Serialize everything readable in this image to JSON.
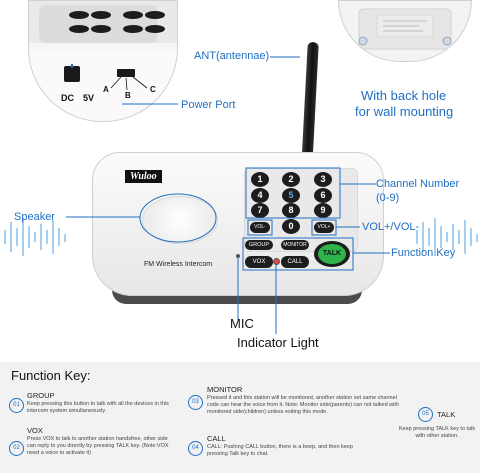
{
  "labels": {
    "ant": "ANT(antennae)",
    "wall_line1": "With back hole",
    "wall_line2": "for wall mounting",
    "power_port": "Power Port",
    "speaker": "Speaker",
    "channel_line1": "Channel Number",
    "channel_line2": "(0-9)",
    "vol": "VOL+/VOL-",
    "function_key": "Function Key",
    "mic": "MIC",
    "indicator": "Indicator Light"
  },
  "port_panel": {
    "dc": "DC",
    "volt": "5V",
    "a": "A",
    "b": "B",
    "c": "C"
  },
  "device": {
    "brand": "Wuloo",
    "model_label": "FM Wireless Intercom",
    "keys": [
      "1",
      "2",
      "3",
      "4",
      "5",
      "6",
      "7",
      "8",
      "9",
      "0"
    ],
    "vol_minus": "VOL-",
    "vol_plus": "VOL+",
    "group": "GROUP",
    "monitor": "MONITOR",
    "vox": "VOX",
    "call": "CALL",
    "talk": "TALK"
  },
  "function_keys": {
    "title": "Function Key:",
    "items": [
      {
        "num": "01",
        "name": "GROUP",
        "desc": "Keep pressing this button to talk with all the devices in this intercom system simultaneously."
      },
      {
        "num": "02",
        "name": "VOX",
        "desc": "Press VOX to talk to another station handsfree, other side can reply to you directly by pressing TALK key. (Note:VOX need a voice to activate it)"
      },
      {
        "num": "03",
        "name": "MONITOR",
        "desc": "Pressed it and this station will be monitored, another station set same channel code can hear the voice from it. Note: Monitor side(parents) can not talked with monitored side(children) unless exiting this mode."
      },
      {
        "num": "04",
        "name": "CALL",
        "desc": "CALL: Pushing CALL button, there is a beep, and then keep pressing Talk key to chat."
      },
      {
        "num": "05",
        "name": "TALK",
        "desc": "Keep pressing TALK key to talk with other station."
      }
    ]
  },
  "colors": {
    "accent": "#1f6fc4",
    "talk_green": "#2fb34a",
    "device_body": "#f4f4f4"
  }
}
